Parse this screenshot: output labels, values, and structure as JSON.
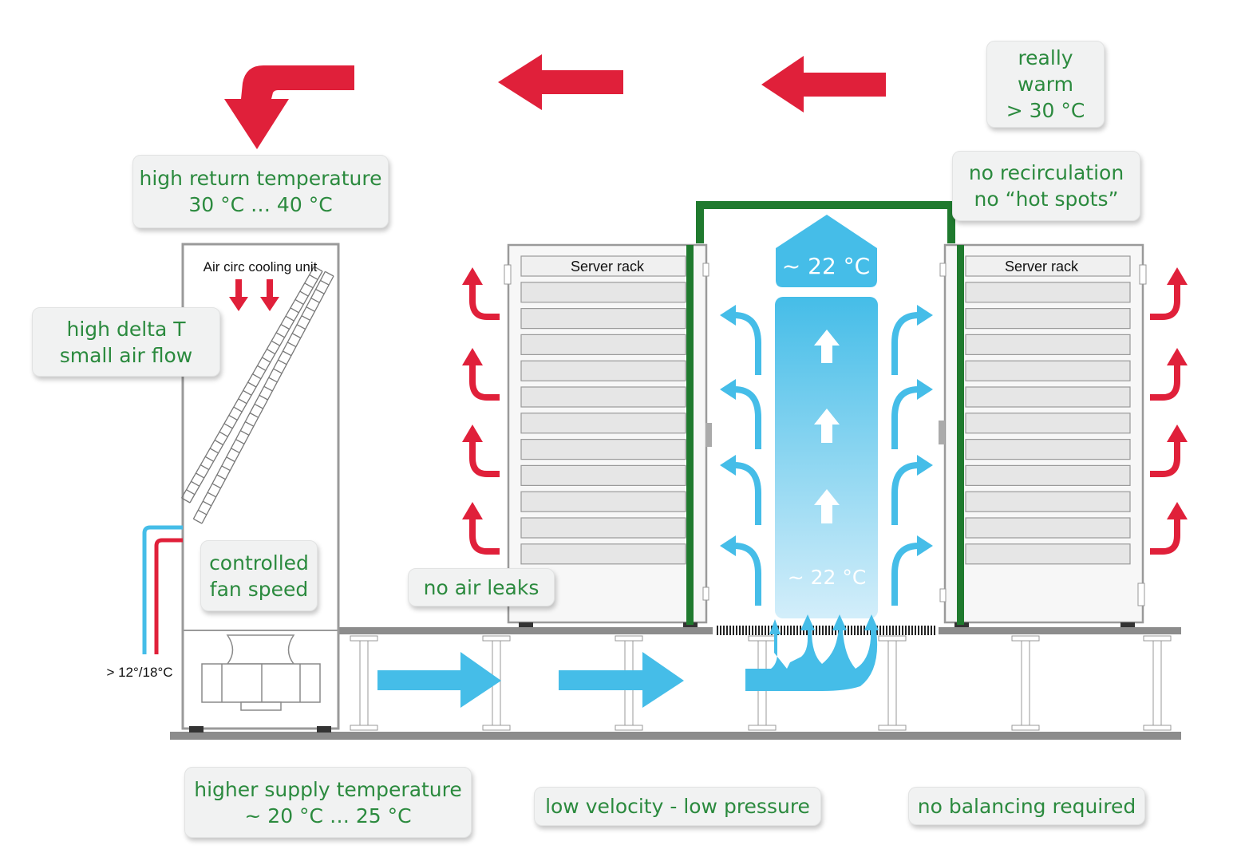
{
  "callouts": {
    "really_warm": [
      "really",
      "warm",
      "> 30 °C"
    ],
    "no_recirculation": [
      "no recirculation",
      "no “hot spots”"
    ],
    "high_return": [
      "high return temperature",
      "30 °C … 40 °C"
    ],
    "high_delta": [
      "high delta T",
      "small air flow"
    ],
    "controlled_fan": [
      "controlled",
      "fan speed"
    ],
    "no_air_leaks": "no air leaks",
    "higher_supply": [
      "higher supply temperature",
      "~ 20 °C … 25 °C"
    ],
    "low_velocity": "low velocity - low pressure",
    "no_balancing": "no balancing required"
  },
  "labels": {
    "cooling_unit": "Air circ cooling unit",
    "server_rack_left": "Server rack",
    "server_rack_right": "Server rack",
    "pipe_temp": "> 12°/18°C",
    "aisle_top_temp": "~ 22 °C",
    "aisle_bottom_temp": "~ 22 °C"
  },
  "colors": {
    "hot_air": "#e0203a",
    "cold_air": "#45bde8",
    "containment": "#1f7a2e",
    "callout_text": "#2b8a3e",
    "callout_bg": "#f1f2f2",
    "floor": "#8c8c8c"
  }
}
